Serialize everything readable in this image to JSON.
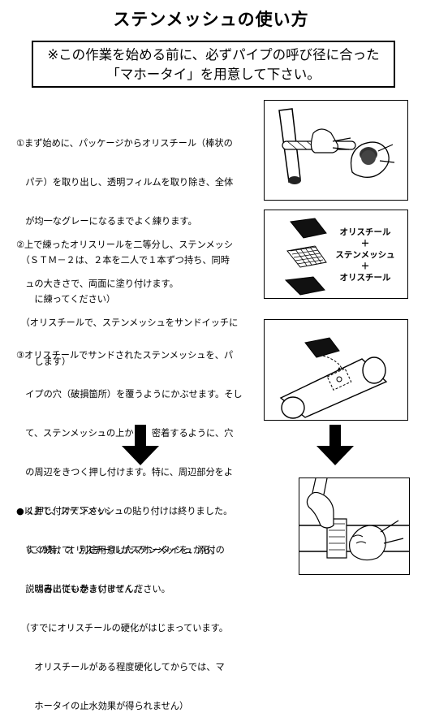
{
  "title": "ステンメッシュの使い方",
  "notice": {
    "line1": "※この作業を始める前に、必ずパイプの呼び径に合った",
    "line2": "「マホータイ」を用意して下さい。"
  },
  "steps": [
    {
      "lines": [
        "①まず始めに、パッケージからオリスチール（棒状の",
        "　パテ）を取り出し、透明フィルムを取り除き、全体",
        "　が均一なグレーになるまでよく練ります。",
        "　（ＳＴＭ－２は、２本を二人で１本ずつ持ち、同時",
        "　　に練ってください）"
      ]
    },
    {
      "lines": [
        "②上で練ったオリスリールを二等分し、ステンメッシ",
        "　ュの大きさで、両面に塗り付けます。",
        "　（オリスチールで、ステンメッシュをサンドイッチに",
        "　　します）"
      ]
    },
    {
      "lines": [
        "③オリスチールでサンドされたステンメッシュを、パ",
        "　イプの穴（破損箇所）を覆うようにかぶせます。そし",
        "　て、ステンメッシュの上から、密着するように、穴",
        "　の周辺をきつく押し付けます。特に、周辺部分をよ",
        "　く押し付けて下さい。",
        "　（この時、オリスチールがステンメッシュから、",
        "　　はみ出てもかまいません。）"
      ]
    },
    {
      "lines": [
        "●以上で、ステンメッシュの貼り付けは終りました。",
        "　すぐ続けて、別途用意したマホータイを、添付の",
        "　説明書に従い巻き付けてください。",
        "　（すでにオリスチールの硬化がはじまっています。",
        "　　オリスチールがある程度硬化してからでは、マ",
        "　　ホータイの止水効果が得られません）"
      ]
    }
  ],
  "panel2_labels": {
    "top": "オリスチール",
    "plus1": "＋",
    "middle": "ステンメッシュ",
    "plus2": "＋",
    "bottom": "オリスチール"
  }
}
